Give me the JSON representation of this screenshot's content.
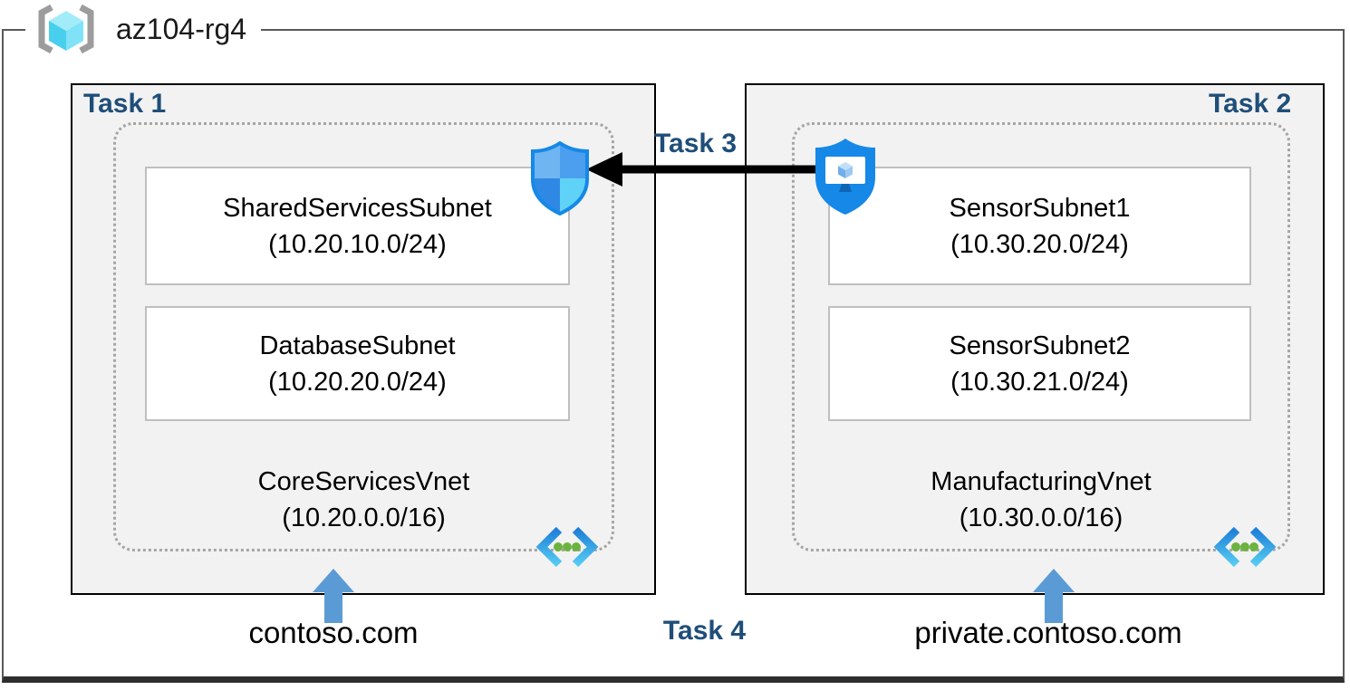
{
  "resource_group": {
    "name": "az104-rg4"
  },
  "left_box": {
    "task_label": "Task 1",
    "subnets": [
      {
        "name": "SharedServicesSubnet",
        "cidr": "(10.20.10.0/24)"
      },
      {
        "name": "DatabaseSubnet",
        "cidr": "(10.20.20.0/24)"
      }
    ],
    "vnet_name": "CoreServicesVnet",
    "vnet_cidr": "(10.20.0.0/16)",
    "dns_label": "contoso.com"
  },
  "right_box": {
    "task_label": "Task 2",
    "subnets": [
      {
        "name": "SensorSubnet1",
        "cidr": "(10.30.20.0/24)"
      },
      {
        "name": "SensorSubnet2",
        "cidr": "(10.30.21.0/24)"
      }
    ],
    "vnet_name": "ManufacturingVnet",
    "vnet_cidr": "(10.30.0.0/16)",
    "dns_label": "private.contoso.com"
  },
  "peering": {
    "task_label": "Task 3"
  },
  "dns_task": {
    "task_label": "Task 4"
  },
  "icons": {
    "resource_group": "resource-group-icon",
    "network_security_group": "network-security-group-shield-icon",
    "bastion": "bastion-shield-monitor-icon",
    "virtual_network": "virtual-network-chevrons-icon"
  },
  "colors": {
    "task_label_blue": "#1F4E79",
    "box_fill": "#F2F2F2",
    "box_border": "#000000",
    "dashed_border": "#A6A6A6",
    "subnet_border": "#BFBFBF",
    "frame_border": "#595959",
    "up_arrow_blue": "#5B9BD5",
    "peering_arrow": "#000000",
    "azure_blue": "#1588E8",
    "vnet_dot_green": "#6CB33F"
  }
}
